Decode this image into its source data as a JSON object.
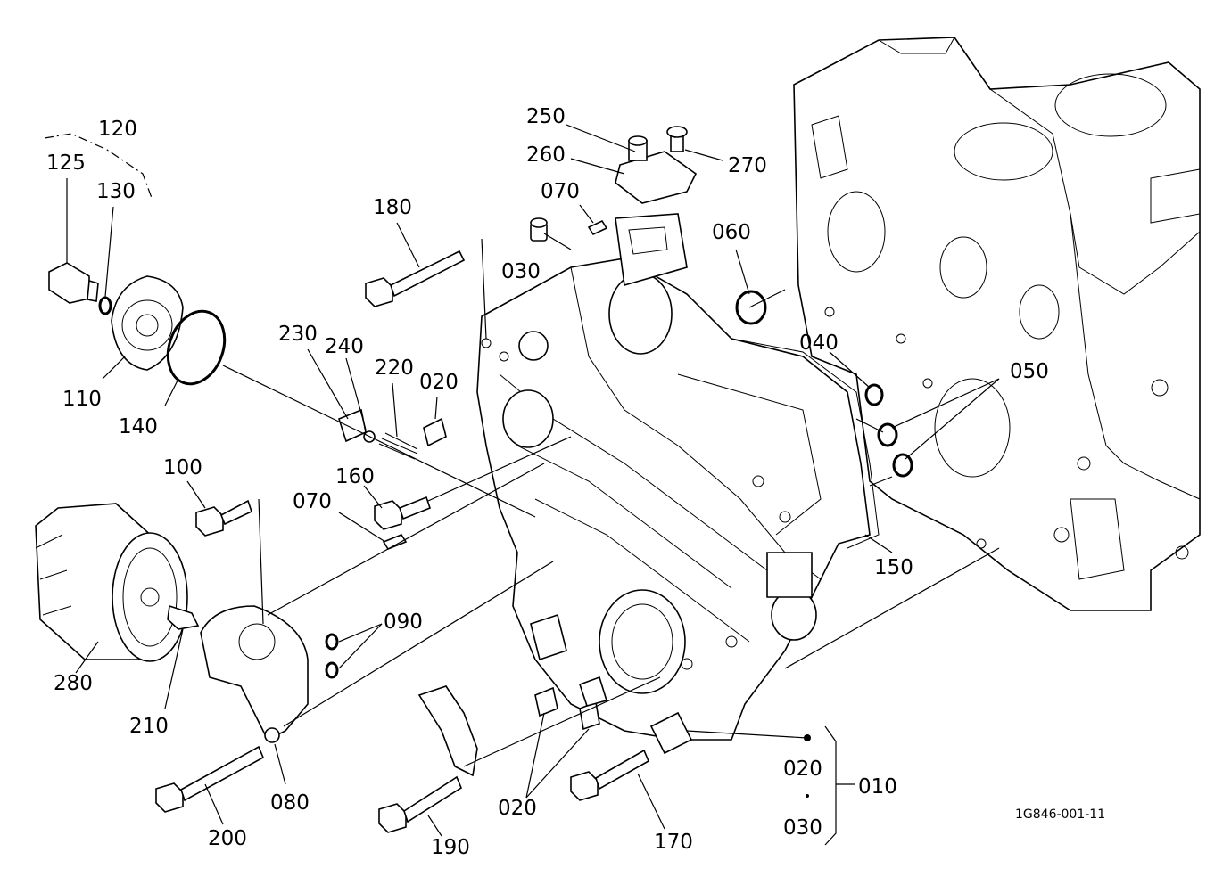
{
  "labels": {
    "l120": "120",
    "l125": "125",
    "l130": "130",
    "l110": "110",
    "l140": "140",
    "l180": "180",
    "l250": "250",
    "l260": "260",
    "l270": "270",
    "l070a": "070",
    "l030a": "030",
    "l060": "060",
    "l230": "230",
    "l240": "240",
    "l220": "220",
    "l020a": "020",
    "l040": "040",
    "l050": "050",
    "l100": "100",
    "l160": "160",
    "l070b": "070",
    "l150": "150",
    "l090": "090",
    "l280": "280",
    "l210": "210",
    "l080": "080",
    "l200": "200",
    "l190": "190",
    "l020b": "020",
    "l170": "170",
    "l020c": "020",
    "l030b": "030",
    "l010": "010"
  },
  "drawing_code": "1G846-001-11"
}
